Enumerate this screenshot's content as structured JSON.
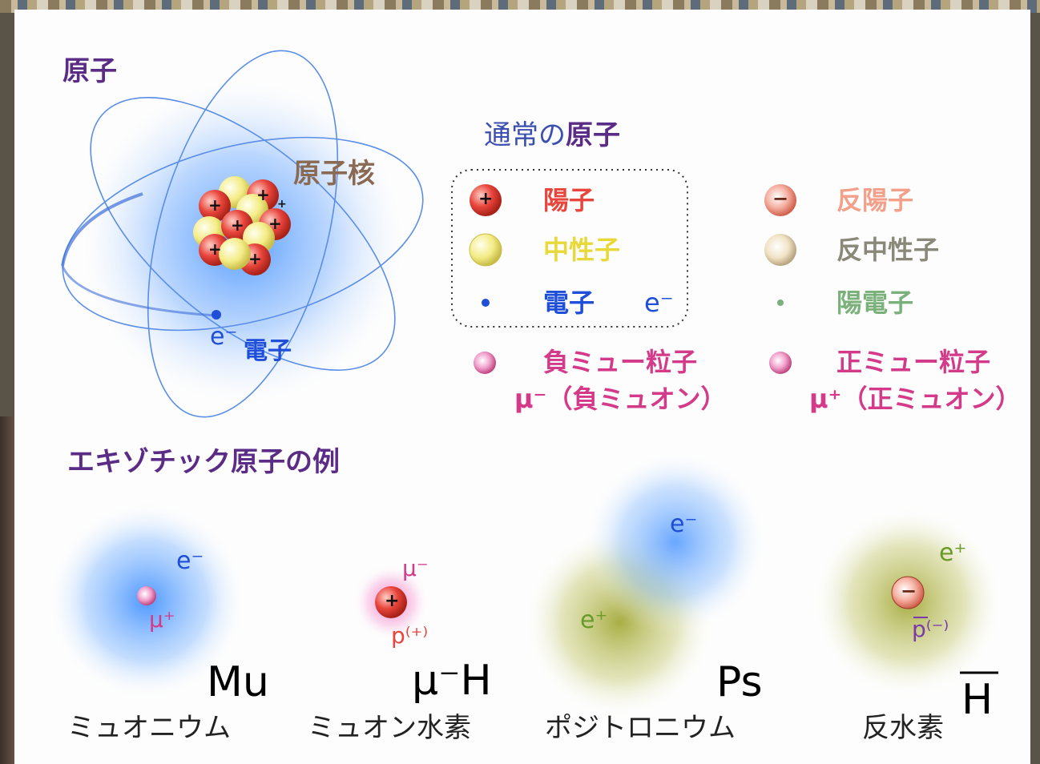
{
  "atom_section": {
    "title": "原子",
    "nucleus_label": "原子核",
    "electron_symbol": "e⁻",
    "electron_label": "電子",
    "nucleus_proton_signs": [
      "+",
      "+",
      "+",
      "+",
      "+",
      "+",
      "+"
    ]
  },
  "particle_table": {
    "heading_prefix": "通常の",
    "heading_suffix": "原子",
    "normal": [
      {
        "symbol": "+",
        "name": "陽子",
        "color": "#e8453c"
      },
      {
        "symbol": "",
        "name": "中性子",
        "color": "#f2e356"
      },
      {
        "symbol": "",
        "name": "電子",
        "extra": "e⁻",
        "color": "#1f4fd8"
      }
    ],
    "anti": [
      {
        "symbol": "−",
        "name": "反陽子",
        "color": "#f2a08a"
      },
      {
        "symbol": "",
        "name": "反中性子",
        "color": "#9a9a8a"
      },
      {
        "symbol": "",
        "name": "陽電子",
        "color": "#7ab07a"
      }
    ],
    "muon_negative": {
      "name": "負ミュー粒子",
      "symbol_line": "μ⁻（負ミュオン）",
      "color": "#d43a8a"
    },
    "muon_positive": {
      "name": "正ミュー粒子",
      "symbol_line": "μ⁺（正ミュオン）",
      "color": "#d43a8a"
    }
  },
  "exotic_section": {
    "title": "エキゾチック原子の例",
    "atoms": [
      {
        "symbol": "Mu",
        "name": "ミュオニウム",
        "cloud_label": "e⁻",
        "core_label": "μ⁺"
      },
      {
        "symbol": "μ⁻H",
        "name": "ミュオン水素",
        "cloud_label": "μ⁻",
        "core_sign": "+",
        "core_label": "p⁽⁺⁾"
      },
      {
        "symbol": "Ps",
        "name": "ポジトロニウム",
        "cloud_label": "e⁻",
        "cloud_label_2": "e⁺"
      },
      {
        "symbol": "H",
        "name": "反水素",
        "cloud_label": "e⁺",
        "core_sign": "−",
        "core_label": "p⁽⁻⁾"
      }
    ]
  },
  "colors": {
    "title_purple": "#5b2c86",
    "electron_blue": "#1f4fd8",
    "muon_pink": "#d43a8a",
    "positron_green": "#6a9a2a",
    "cloud_blue": "#3b8cff",
    "cloud_olive": "#9aa024"
  }
}
